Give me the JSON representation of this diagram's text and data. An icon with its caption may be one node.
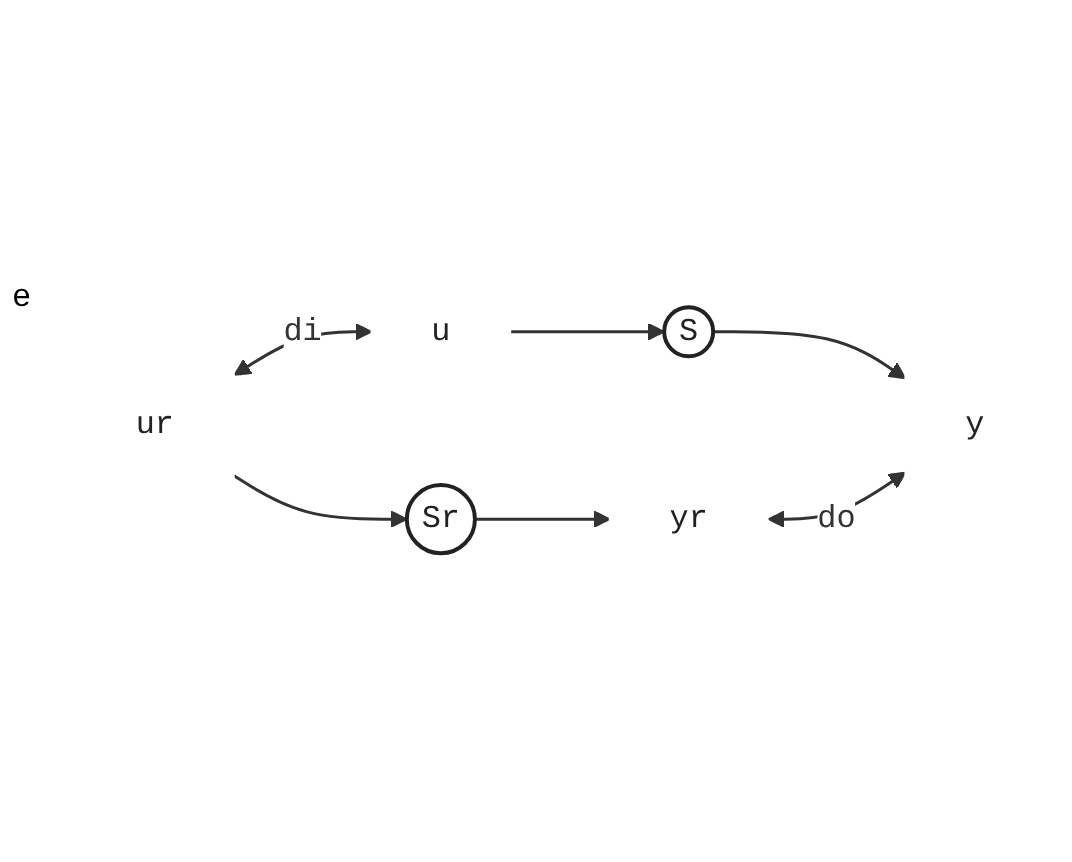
{
  "diagram": {
    "nodes": [
      {
        "text": [
          "ur"
        ]
      },
      {
        "text": [
          "Sr"
        ]
      },
      {
        "text": [
          "yr"
        ]
      },
      {
        "text": [
          "u"
        ]
      },
      {
        "text": [
          "S"
        ]
      },
      {
        "text": [
          "y"
        ]
      }
    ],
    "edges": [
      {
        "from": 0,
        "to": 1,
        "arrow": "to"
      },
      {
        "from": 1,
        "to": 2,
        "arrow": "to"
      },
      {
        "from": 3,
        "to": 4,
        "arrow": "to"
      },
      {
        "from": 4,
        "to": 5,
        "arrow": "to"
      },
      {
        "from": 0,
        "to": 3,
        "arrow": "both",
        "label": "di"
      },
      {
        "from": 2,
        "to": 5,
        "arrow": "both",
        "label": "do"
      }
    ],
    "labels": [
      "e"
    ]
  }
}
